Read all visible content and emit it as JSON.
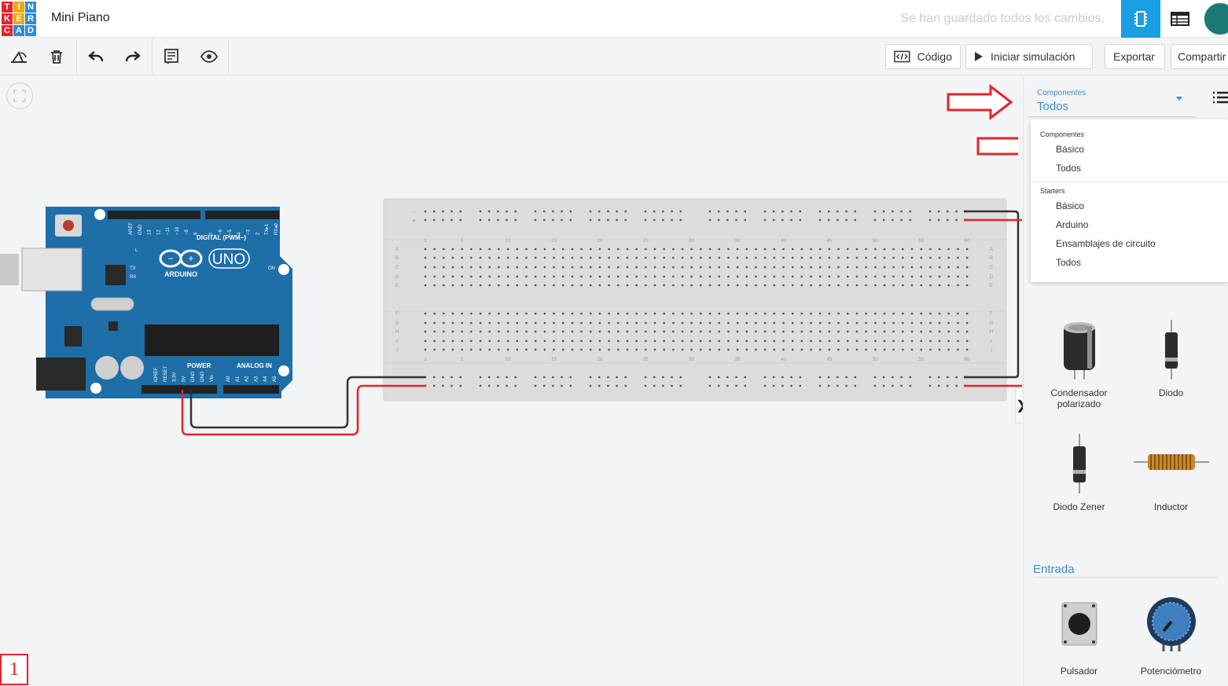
{
  "header": {
    "logo_letters": [
      "T",
      "I",
      "N",
      "K",
      "E",
      "R",
      "C",
      "A",
      "D"
    ],
    "logo_colors": [
      "#e4242a",
      "#f2a900",
      "#2a8be0",
      "#e4242a",
      "#f2a900",
      "#2a8be0",
      "#e4242a",
      "#2a8be0",
      "#2a8be0"
    ],
    "project_title": "Mini Piano",
    "save_status": "Se han guardado todos los cambios.",
    "accent": "#1a9fe5",
    "icons": [
      "circuit-view-icon",
      "schematic-list-icon",
      "user-avatar"
    ]
  },
  "toolbar": {
    "tools": [
      "rotate-icon",
      "trash-icon",
      "undo-icon",
      "redo-icon",
      "notes-icon",
      "visibility-icon"
    ],
    "code_label": "Código",
    "simulate_label": "Iniciar simulación",
    "export_label": "Exportar",
    "share_label": "Compartir"
  },
  "panel": {
    "select_label": "Componentes",
    "select_value": "Todos",
    "dropdown": {
      "group1": "Componentes",
      "group1_items": [
        "Básico",
        "Todos"
      ],
      "group2": "Starters",
      "group2_items": [
        "Básico",
        "Arduino",
        "Ensamblajes de circuito",
        "Todos"
      ]
    },
    "components": [
      {
        "name": "Condensador polarizado"
      },
      {
        "name": "Diodo"
      },
      {
        "name": "Diodo Zener"
      },
      {
        "name": "Inductor"
      }
    ],
    "section_title": "Entrada",
    "input_components": [
      {
        "name": "Pulsador"
      },
      {
        "name": "Potenciómetro"
      }
    ]
  },
  "board": {
    "brand": "ARDUINO",
    "model": "UNO",
    "digital_label": "DIGITAL (PWM~)",
    "power_label": "POWER",
    "analog_label": "ANALOG IN",
    "top_pins": [
      "AREF",
      "GND",
      "13",
      "12",
      "~11",
      "~10",
      "~9",
      "8",
      "7",
      "~6",
      "~5",
      "4",
      "~3",
      "2",
      "TX▸1",
      "RX◂0"
    ],
    "power_pins": [
      "IOREF",
      "RESET",
      "3.3V",
      "5V",
      "GND",
      "GND",
      "Vin"
    ],
    "analog_pins": [
      "A0",
      "A1",
      "A2",
      "A3",
      "A4",
      "A5"
    ],
    "on_label": "ON",
    "l_label": "L",
    "tx_label": "TX",
    "rx_label": "RX"
  },
  "breadboard": {
    "column_numbers": [
      "1",
      "5",
      "10",
      "15",
      "20",
      "25",
      "30",
      "35",
      "40",
      "45",
      "50",
      "55",
      "60"
    ],
    "rows_top": [
      "A",
      "B",
      "C",
      "D",
      "E"
    ],
    "rows_bottom": [
      "F",
      "G",
      "H",
      "I",
      "J"
    ],
    "minus": "−",
    "plus": "+"
  },
  "page_number": "1",
  "wire_colors": {
    "red": "#e4242a",
    "black": "#333333"
  }
}
